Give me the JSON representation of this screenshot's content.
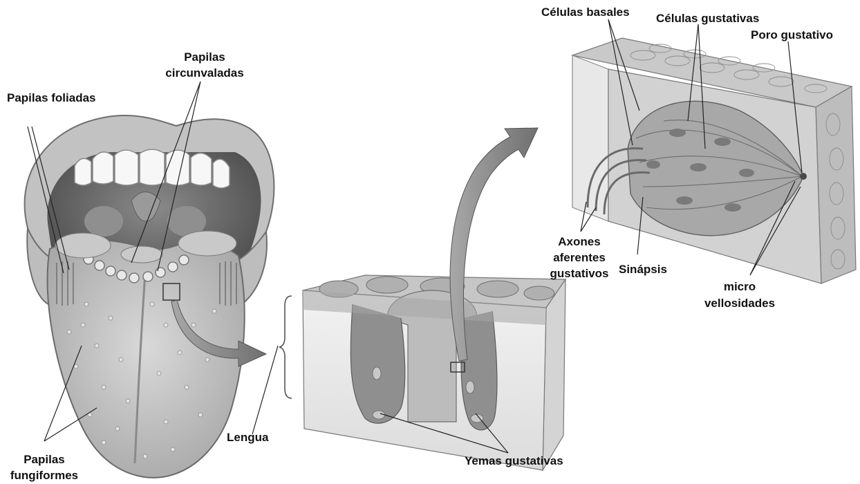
{
  "labels": {
    "papilas_foliadas": "Papilas foliadas",
    "papilas_circunvaladas_1": "Papilas",
    "papilas_circunvaladas_2": "circunvaladas",
    "papilas_fungiformes_1": "Papilas",
    "papilas_fungiformes_2": "fungiformes",
    "lengua": "Lengua",
    "yemas_gustativas": "Yemas gustativas",
    "celulas_basales": "Células basales",
    "celulas_gustativas": "Células gustativas",
    "poro_gustativo": "Poro gustativo",
    "axones_1": "Axones",
    "axones_2": "aferentes",
    "axones_3": "gustativos",
    "sinapsis": "Sinápsis",
    "micro_1": "micro",
    "micro_2": "vellosidades"
  },
  "colors": {
    "background": "#ffffff",
    "ink": "#111111",
    "tissue_light": "#e6e6e6",
    "tissue_mid": "#b4b4b4",
    "tissue_dark": "#7a7a7a",
    "arrow": "#8c8c8c"
  }
}
